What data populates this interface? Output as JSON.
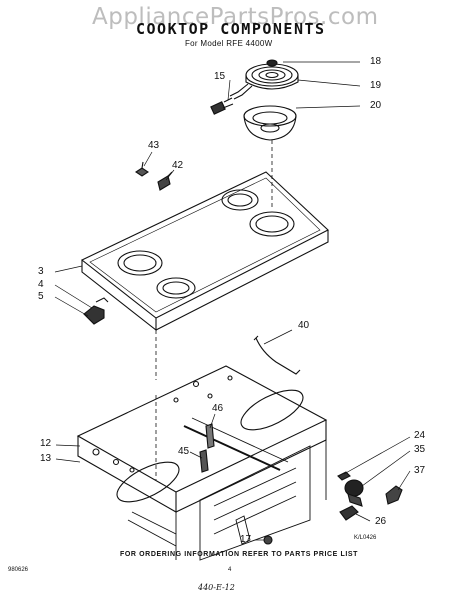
{
  "watermark": "AppliancePartsPros.com",
  "title": "COOKTOP COMPONENTS",
  "subtitle": "For Model RFE 4400W",
  "footer": "FOR ORDERING INFORMATION REFER TO PARTS PRICE LIST",
  "drawing_code": "K/L0426",
  "doc_number": "980626",
  "page_number": "4",
  "handwritten_note": "440-E-12",
  "callouts": {
    "c18": "18",
    "c15": "15",
    "c19": "19",
    "c20": "20",
    "c43": "43",
    "c42": "42",
    "c3": "3",
    "c4": "4",
    "c5": "5",
    "c40": "40",
    "c46": "46",
    "c12": "12",
    "c13": "13",
    "c45": "45",
    "c24": "24",
    "c35": "35",
    "c37": "37",
    "c26": "26",
    "c17": "17"
  }
}
